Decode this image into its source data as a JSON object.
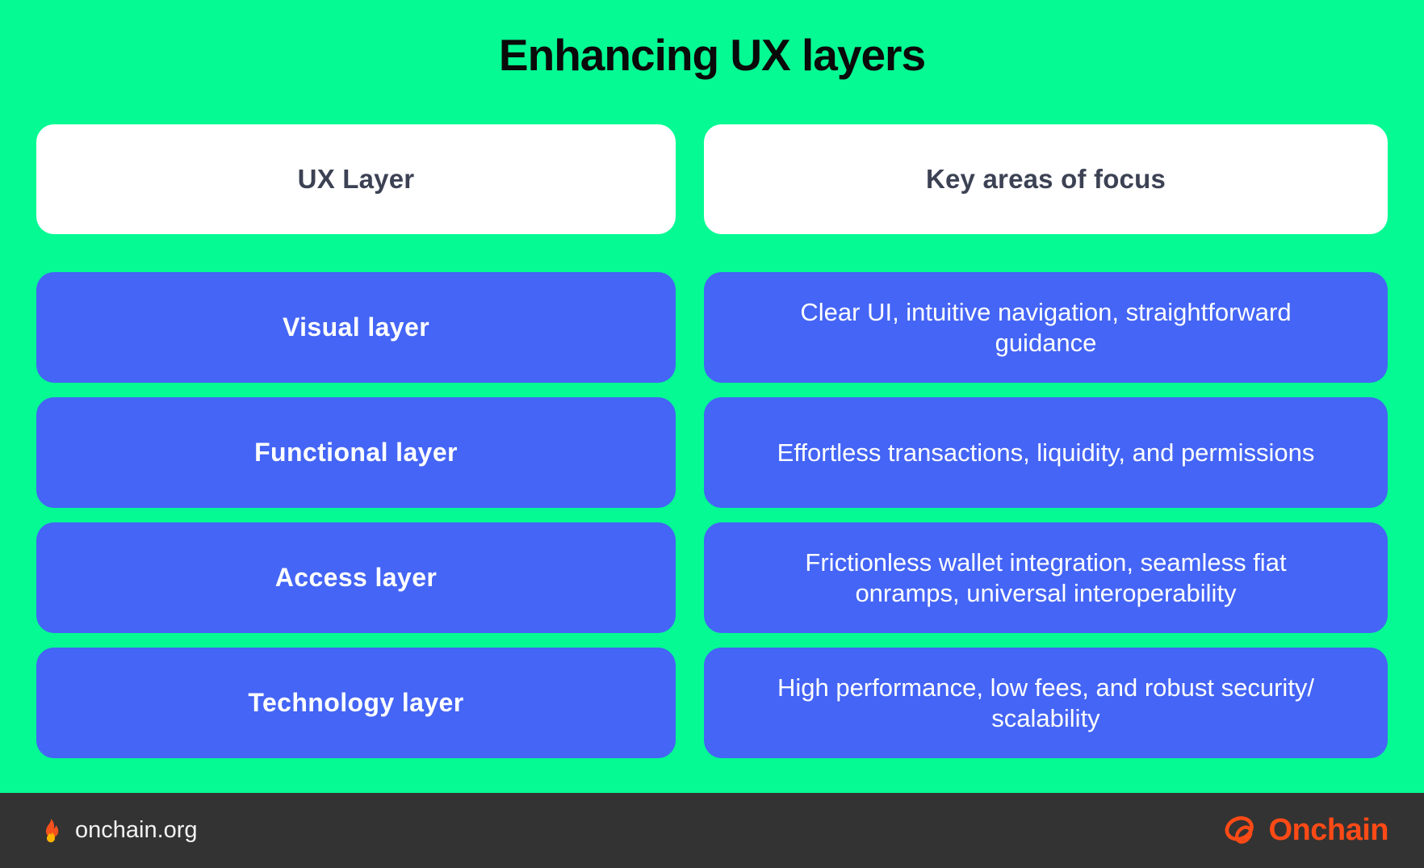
{
  "title": "Enhancing UX layers",
  "colors": {
    "background_green": "#05FA93",
    "card_blue": "#4465F5",
    "footer_dark": "#333333",
    "brand_orange": "#FF4A16",
    "header_text": "#3C4254"
  },
  "table": {
    "headers": [
      {
        "label": "UX Layer"
      },
      {
        "label": "Key areas of focus"
      }
    ],
    "rows": [
      {
        "layer": "Visual layer",
        "focus": "Clear UI, intuitive navigation, straightforward guidance"
      },
      {
        "layer": "Functional layer",
        "focus": "Effortless transactions, liquidity, and permissions"
      },
      {
        "layer": "Access layer",
        "focus": "Frictionless wallet integration, seamless fiat onramps, universal interoperability"
      },
      {
        "layer": "Technology layer",
        "focus": "High performance, low fees, and robust security/ scalability"
      }
    ]
  },
  "footer": {
    "site": "onchain.org",
    "brand": "Onchain",
    "icons": {
      "flame": "flame-icon",
      "logo": "onchain-logo-icon"
    }
  }
}
